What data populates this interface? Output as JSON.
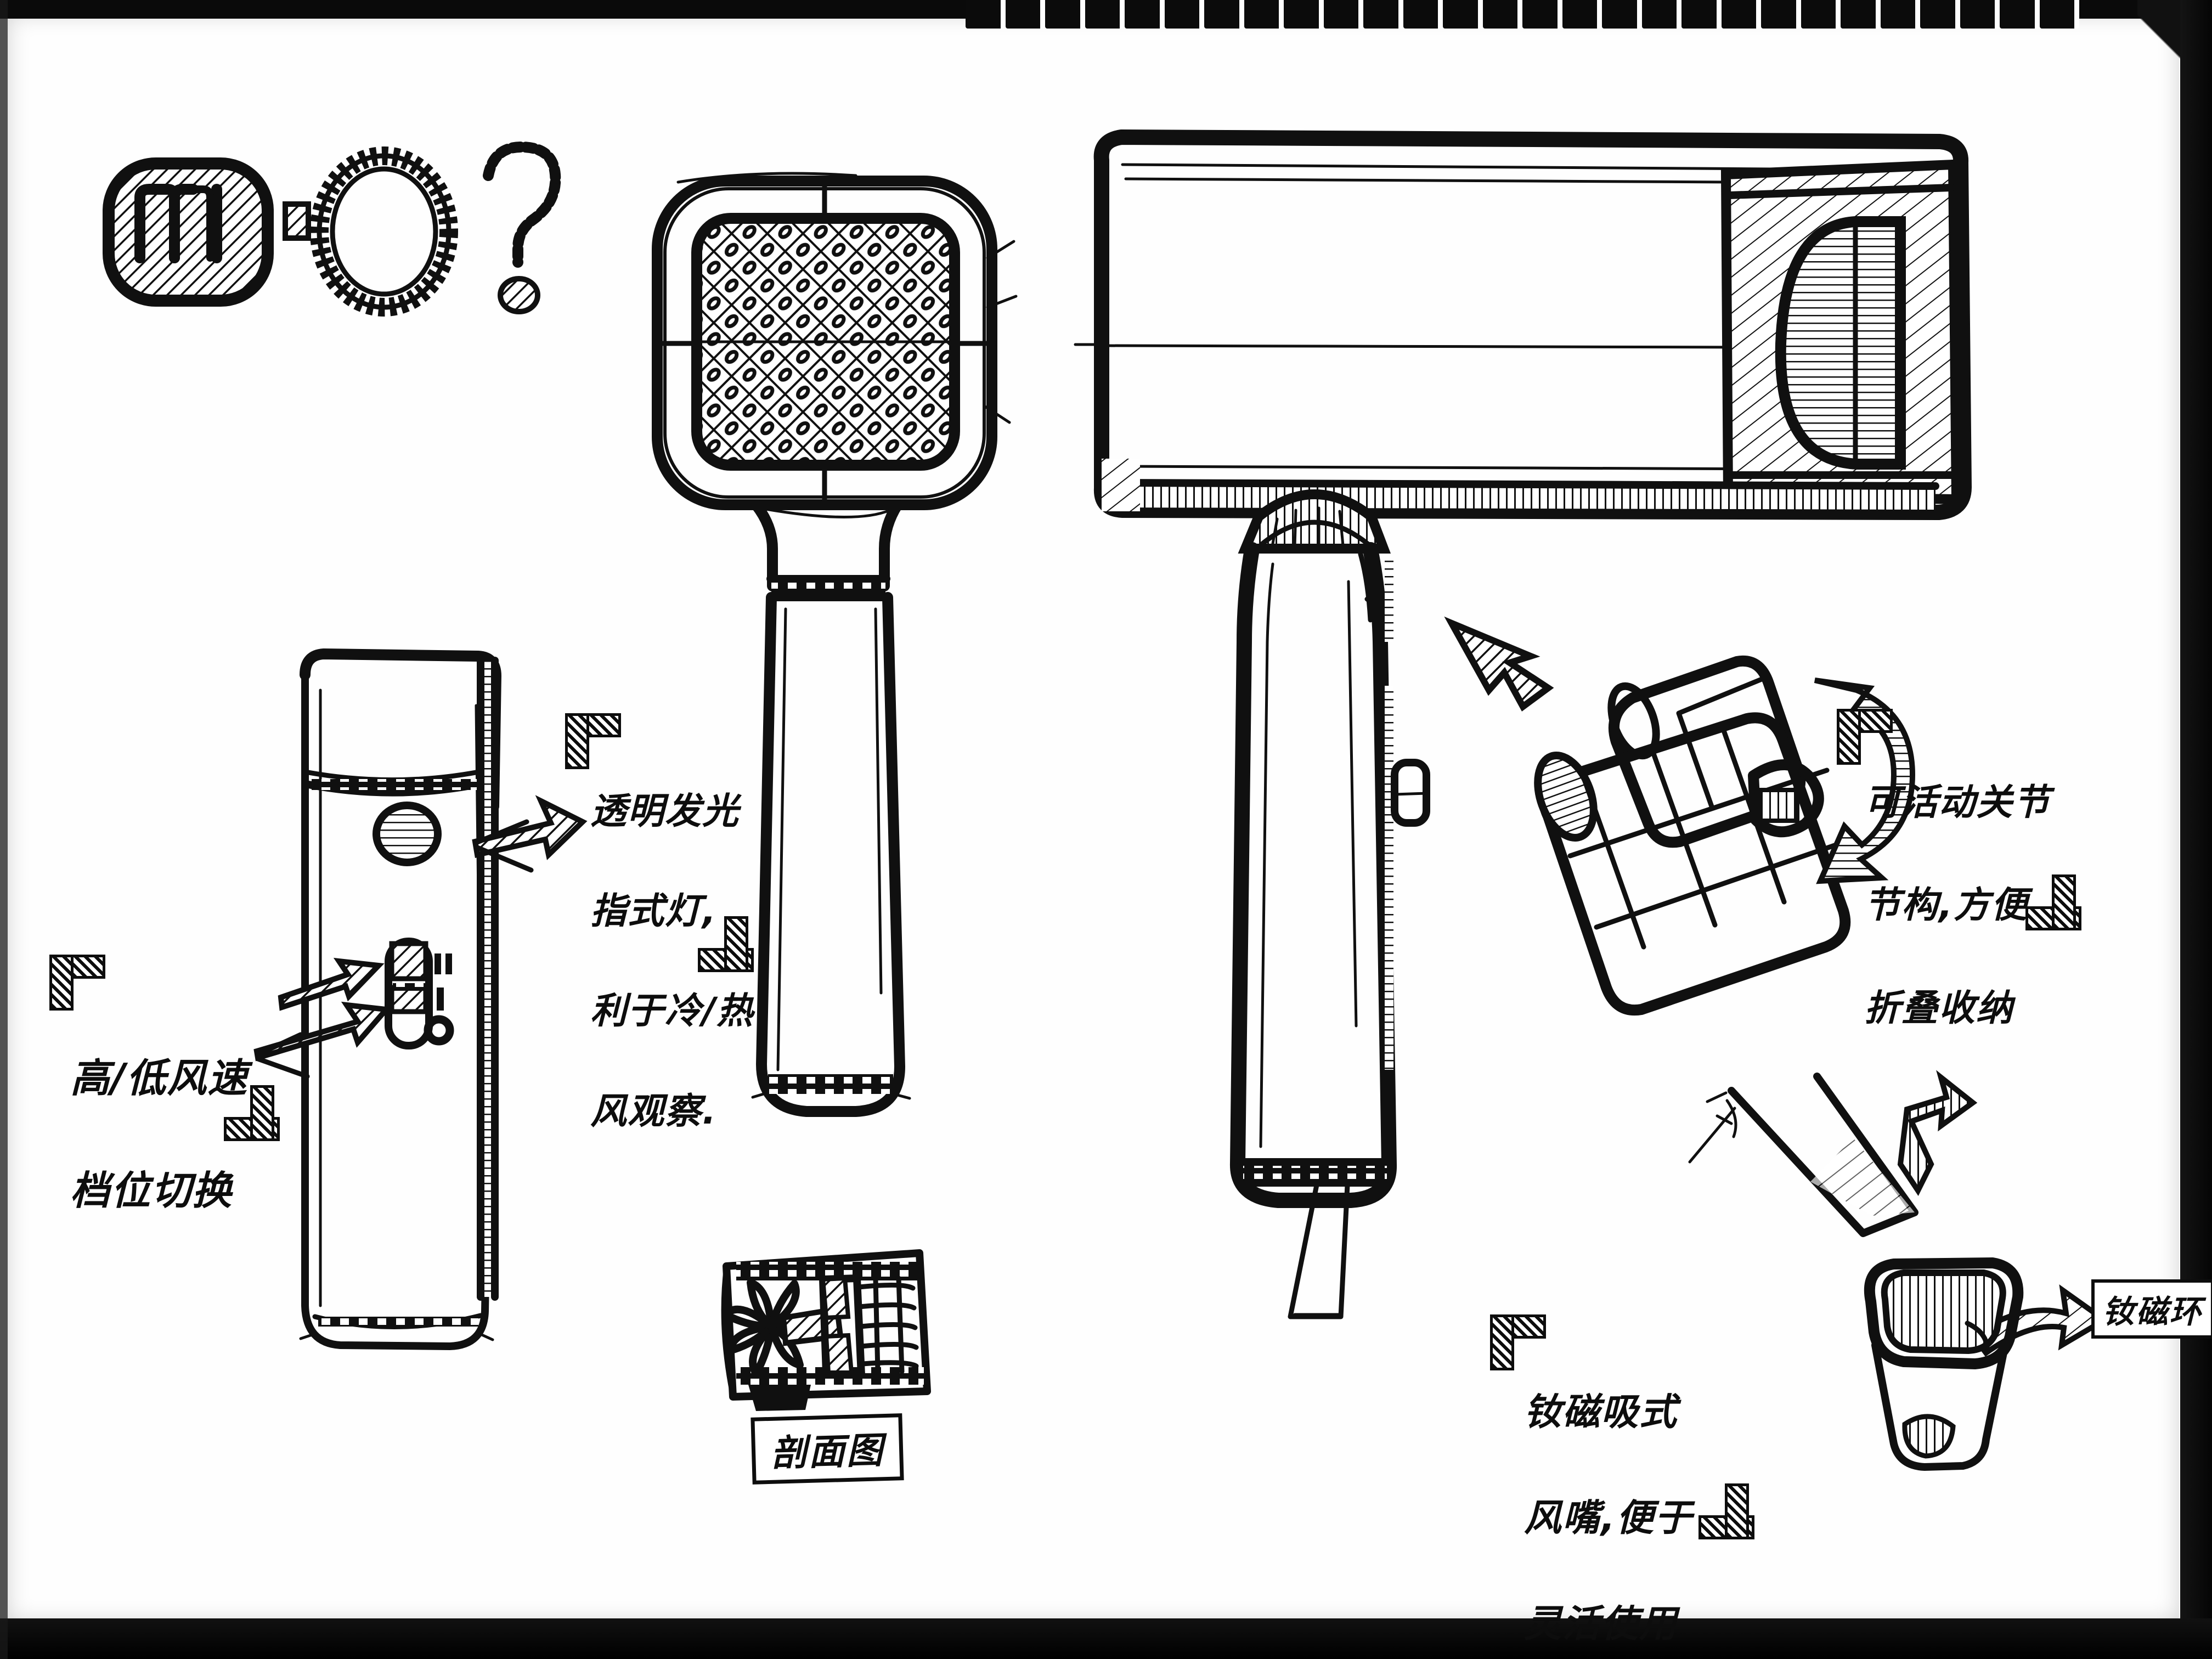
{
  "sheet": {
    "medium": "ink pen sketch on spiral notebook paper",
    "subject": "Xiaomi hair dryer concept sketch"
  },
  "logo": {
    "brand_glyph": "mi",
    "separator": "·",
    "ring_glyph": "O",
    "question_glyph": "?"
  },
  "annotations": {
    "speed": {
      "name": "high-low-wind-speed",
      "lines": [
        "高/低风速",
        "档位切换"
      ]
    },
    "light": {
      "name": "transparent-glowing-indicator",
      "lines": [
        "透明发光",
        "指式灯,",
        "利于冷/热",
        "风观察."
      ]
    },
    "joint": {
      "name": "movable-joint-foldable",
      "lines": [
        "可活动关节",
        "节构,方便",
        "折叠收纳"
      ]
    },
    "nozzle": {
      "name": "magnetic-nozzle",
      "lines": [
        "钕磁吸式",
        "风嘴,便于",
        "灵活使用"
      ]
    }
  },
  "labels": {
    "section_view": "剖面图",
    "magnet_ring": "钕磁环"
  },
  "views": {
    "front": "front view with rounded-square mesh grille",
    "side": "side view of barrel and handle",
    "folded": "folded / collapsed joint state",
    "section": "internal cross section with fan and heater",
    "nozzle": "detachable magnetic concentrator nozzle"
  },
  "colors": {
    "ink": "#101010",
    "paper": "#fefefe",
    "frame": "#0a0a0a"
  }
}
